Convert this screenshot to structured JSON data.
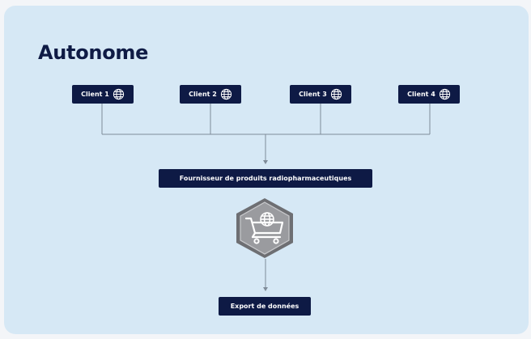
{
  "title": "Autonome",
  "clients": [
    {
      "label": "Client 1",
      "icon": "globe-icon"
    },
    {
      "label": "Client 2",
      "icon": "globe-icon"
    },
    {
      "label": "Client 3",
      "icon": "globe-icon"
    },
    {
      "label": "Client 4",
      "icon": "globe-icon"
    }
  ],
  "supplier": {
    "label": "Fournisseur de produits radiopharmaceutiques"
  },
  "hub": {
    "icon": "cart-globe-icon"
  },
  "export": {
    "label": "Export de données"
  },
  "colors": {
    "panel": "#d6e8f5",
    "node": "#0e1a45",
    "connector": "#7f8c99",
    "hex_outer": "#6e6f73",
    "hex_inner": "#9a9b9f"
  }
}
